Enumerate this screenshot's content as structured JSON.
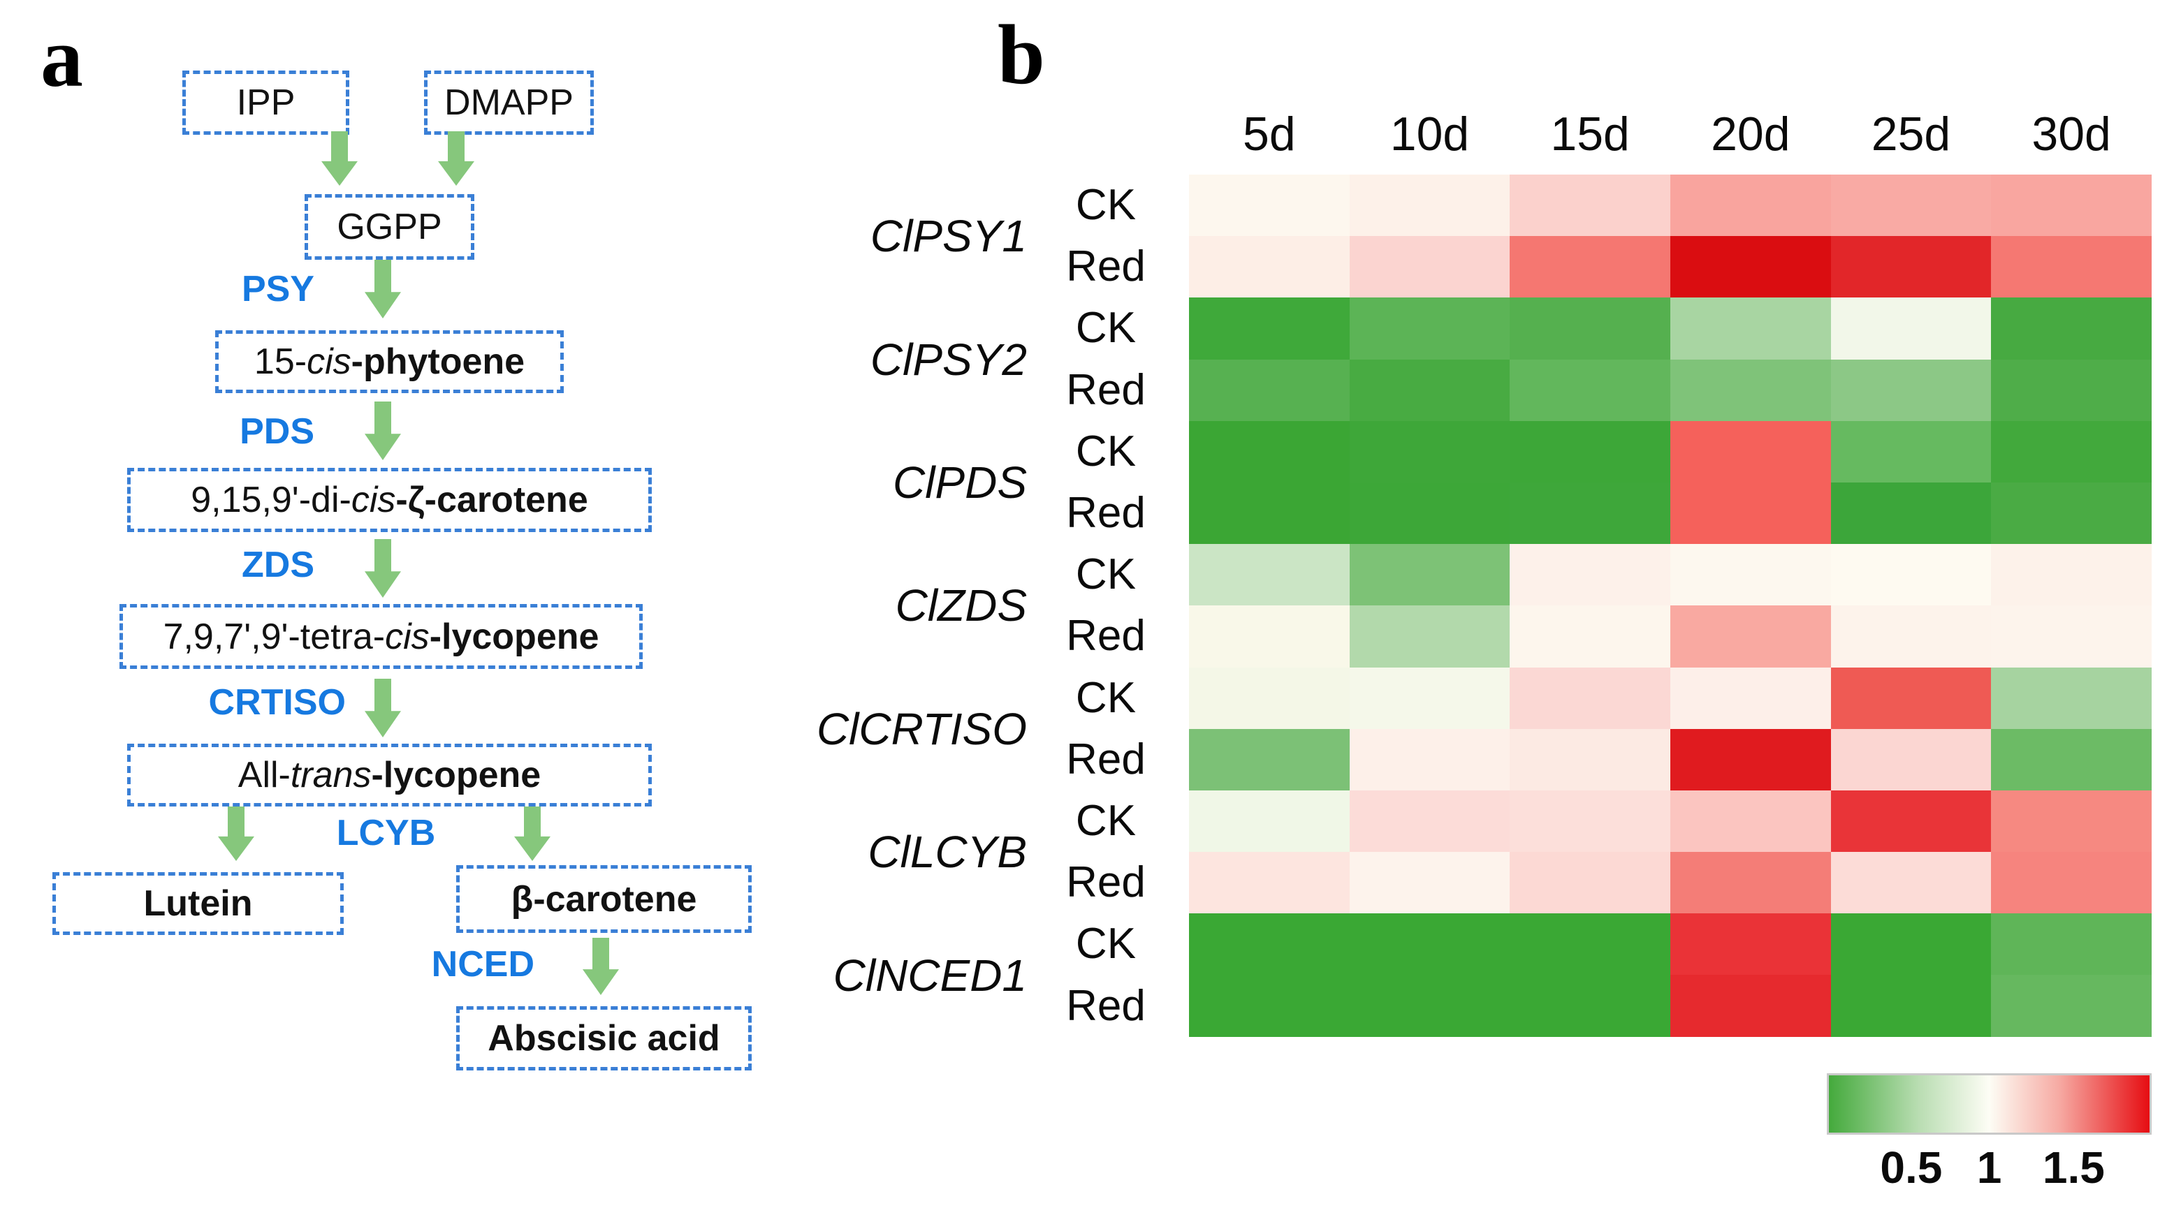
{
  "colors": {
    "box_border_blue": "#3a7fd6",
    "enzyme_blue": "#1679e0",
    "arrow_green": "#86c77c",
    "legend_border": "#c9c9c9",
    "legend_green": "#44aa3c",
    "legend_white": "#fdfdf5",
    "legend_red": "#e60d12"
  },
  "panel_a": {
    "label": "a",
    "nodes": {
      "ipp": {
        "s_normal": "IPP"
      },
      "dmapp": {
        "s_normal": "DMAPP"
      },
      "ggpp": {
        "s_normal": "GGPP"
      },
      "phytoene": {
        "s_normal": "15-",
        "s_italic": "cis",
        "s_bold": "-phytoene"
      },
      "dicis": {
        "s_normal": "9,15,9'-di-",
        "s_italic": "cis",
        "s_bold": "-ζ-carotene"
      },
      "tetracis": {
        "s_normal": "7,9,7',9'-tetra-",
        "s_italic": "cis",
        "s_bold": "-lycopene"
      },
      "alltrans": {
        "s_normal": "All-",
        "s_italic": "trans",
        "s_bold": "-lycopene"
      },
      "lutein": {
        "s_bold": "Lutein"
      },
      "bcarotene": {
        "s_bold": "β-carotene"
      },
      "aba": {
        "s_bold": "Abscisic acid"
      }
    },
    "enzymes": {
      "psy": "PSY",
      "pds": "PDS",
      "zds": "ZDS",
      "crtiso": "CRTISO",
      "lcyb": "LCYB",
      "nced": "NCED"
    }
  },
  "panel_b": {
    "label": "b"
  },
  "chart_data": {
    "type": "heatmap",
    "x_categories": [
      "5d",
      "10d",
      "15d",
      "20d",
      "25d",
      "30d"
    ],
    "genes": [
      "ClPSY1",
      "ClPSY2",
      "ClPDS",
      "ClZDS",
      "ClCRTISO",
      "ClLCYB",
      "ClNCED1"
    ],
    "treatments": [
      "CK",
      "Red"
    ],
    "rows": [
      {
        "gene": "ClPSY1",
        "treatment": "CK",
        "values": [
          1.0,
          1.02,
          1.15,
          1.3,
          1.28,
          1.3
        ],
        "colors": [
          "#fdf7ee",
          "#fdf1e9",
          "#fbd1cc",
          "#f9a49e",
          "#f9aaa4",
          "#f9a6a0"
        ]
      },
      {
        "gene": "ClPSY1",
        "treatment": "Red",
        "values": [
          1.05,
          1.15,
          1.45,
          1.85,
          1.75,
          1.45
        ],
        "colors": [
          "#fdeee6",
          "#fbd4d0",
          "#f57771",
          "#da0d11",
          "#e22629",
          "#f57872"
        ]
      },
      {
        "gene": "ClPSY2",
        "treatment": "CK",
        "values": [
          0.45,
          0.55,
          0.55,
          0.75,
          0.97,
          0.5
        ],
        "colors": [
          "#3fa93a",
          "#5cb456",
          "#55b04f",
          "#a8d5a2",
          "#f2f7e9",
          "#47aa41"
        ]
      },
      {
        "gene": "ClPSY2",
        "treatment": "Red",
        "values": [
          0.55,
          0.5,
          0.58,
          0.65,
          0.7,
          0.52
        ],
        "colors": [
          "#57b151",
          "#48ab42",
          "#62b75c",
          "#7fc379",
          "#8cc886",
          "#4fad49"
        ]
      },
      {
        "gene": "ClPDS",
        "treatment": "CK",
        "values": [
          0.42,
          0.43,
          0.43,
          1.5,
          0.6,
          0.45
        ],
        "colors": [
          "#3ba634",
          "#3ea739",
          "#3da738",
          "#f5615b",
          "#66ba60",
          "#42a93c"
        ]
      },
      {
        "gene": "ClPDS",
        "treatment": "Red",
        "values": [
          0.42,
          0.43,
          0.43,
          1.5,
          0.43,
          0.48
        ],
        "colors": [
          "#3ba634",
          "#3da738",
          "#3ea73a",
          "#f5615b",
          "#3ca63a",
          "#4aab44"
        ]
      },
      {
        "gene": "ClZDS",
        "treatment": "CK",
        "values": [
          0.8,
          0.65,
          1.05,
          1.0,
          1.0,
          1.05
        ],
        "colors": [
          "#cbe5c5",
          "#7dc276",
          "#fdf1ea",
          "#fdf8ef",
          "#fefaf1",
          "#fdf2ea"
        ]
      },
      {
        "gene": "ClZDS",
        "treatment": "Red",
        "values": [
          0.98,
          0.72,
          1.0,
          1.3,
          1.03,
          1.02
        ],
        "colors": [
          "#f9f8e9",
          "#b2d9ab",
          "#fdf6ed",
          "#f9a9a1",
          "#fdf3eb",
          "#fdf4ec"
        ]
      },
      {
        "gene": "ClCRTISO",
        "treatment": "CK",
        "values": [
          0.97,
          0.97,
          1.15,
          1.05,
          1.5,
          0.75
        ],
        "colors": [
          "#f4f7e7",
          "#f5f8ea",
          "#fbd8d4",
          "#fdefe9",
          "#ef5a54",
          "#a6d3a0"
        ]
      },
      {
        "gene": "ClCRTISO",
        "treatment": "Red",
        "values": [
          0.65,
          1.05,
          1.08,
          1.75,
          1.15,
          0.62
        ],
        "colors": [
          "#7cc176",
          "#fdf0e9",
          "#fceae3",
          "#e01b1f",
          "#fbd6d2",
          "#6cbb65"
        ]
      },
      {
        "gene": "ClLCYB",
        "treatment": "CK",
        "values": [
          0.97,
          1.13,
          1.12,
          1.2,
          1.6,
          1.35
        ],
        "colors": [
          "#f0f7e7",
          "#fcdcd8",
          "#fcdfda",
          "#fbc5c0",
          "#e93438",
          "#f68981"
        ]
      },
      {
        "gene": "ClLCYB",
        "treatment": "Red",
        "values": [
          1.1,
          1.03,
          1.15,
          1.42,
          1.13,
          1.38
        ],
        "colors": [
          "#fde5df",
          "#fdf3ec",
          "#fcd9d4",
          "#f47d77",
          "#fcdcd7",
          "#f6847e"
        ]
      },
      {
        "gene": "ClNCED1",
        "treatment": "CK",
        "values": [
          0.42,
          0.42,
          0.42,
          1.6,
          0.42,
          0.56
        ],
        "colors": [
          "#3aa834",
          "#3aa834",
          "#3aa834",
          "#ea3337",
          "#3aa834",
          "#5fb558"
        ]
      },
      {
        "gene": "ClNCED1",
        "treatment": "Red",
        "values": [
          0.42,
          0.42,
          0.42,
          1.65,
          0.42,
          0.6
        ],
        "colors": [
          "#3aa834",
          "#3aa834",
          "#3aa834",
          "#e62a2e",
          "#3aa834",
          "#66b85f"
        ]
      }
    ],
    "legend": {
      "ticks": [
        {
          "label": "0.5",
          "pos": 0.26
        },
        {
          "label": "1",
          "pos": 0.5
        },
        {
          "label": "1.5",
          "pos": 0.76
        }
      ]
    },
    "layout_hints": {
      "grid": false,
      "legend_position": "bottom-right",
      "color_scale": "green-white-red"
    }
  }
}
